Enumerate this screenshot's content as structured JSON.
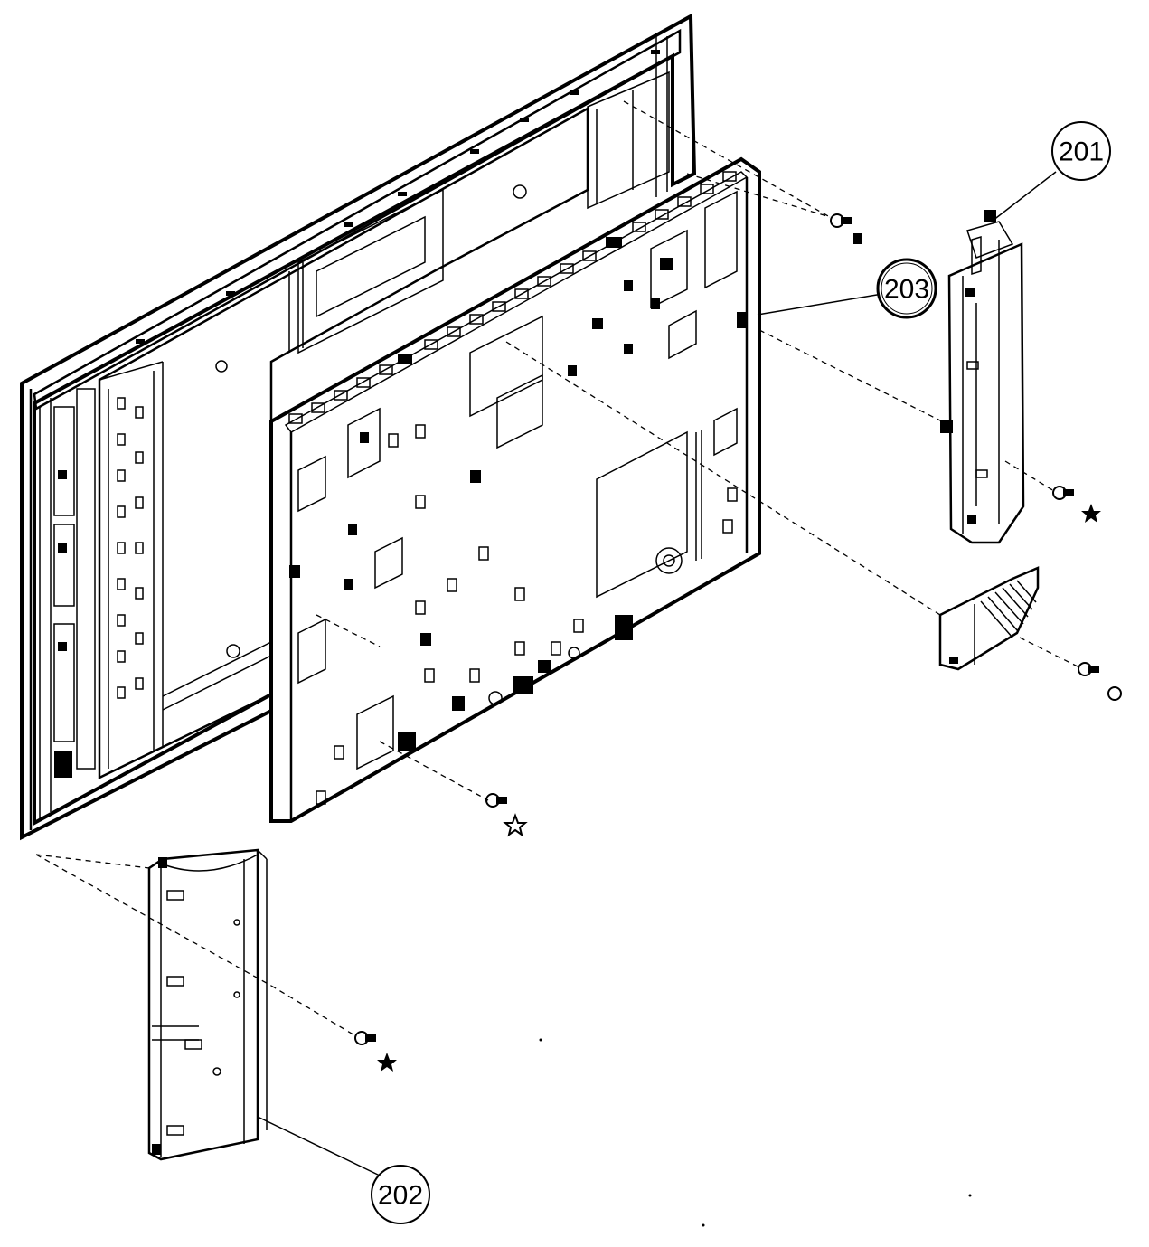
{
  "callouts": [
    {
      "id": "201",
      "label": "201"
    },
    {
      "id": "202",
      "label": "202"
    },
    {
      "id": "203",
      "label": "203"
    }
  ]
}
